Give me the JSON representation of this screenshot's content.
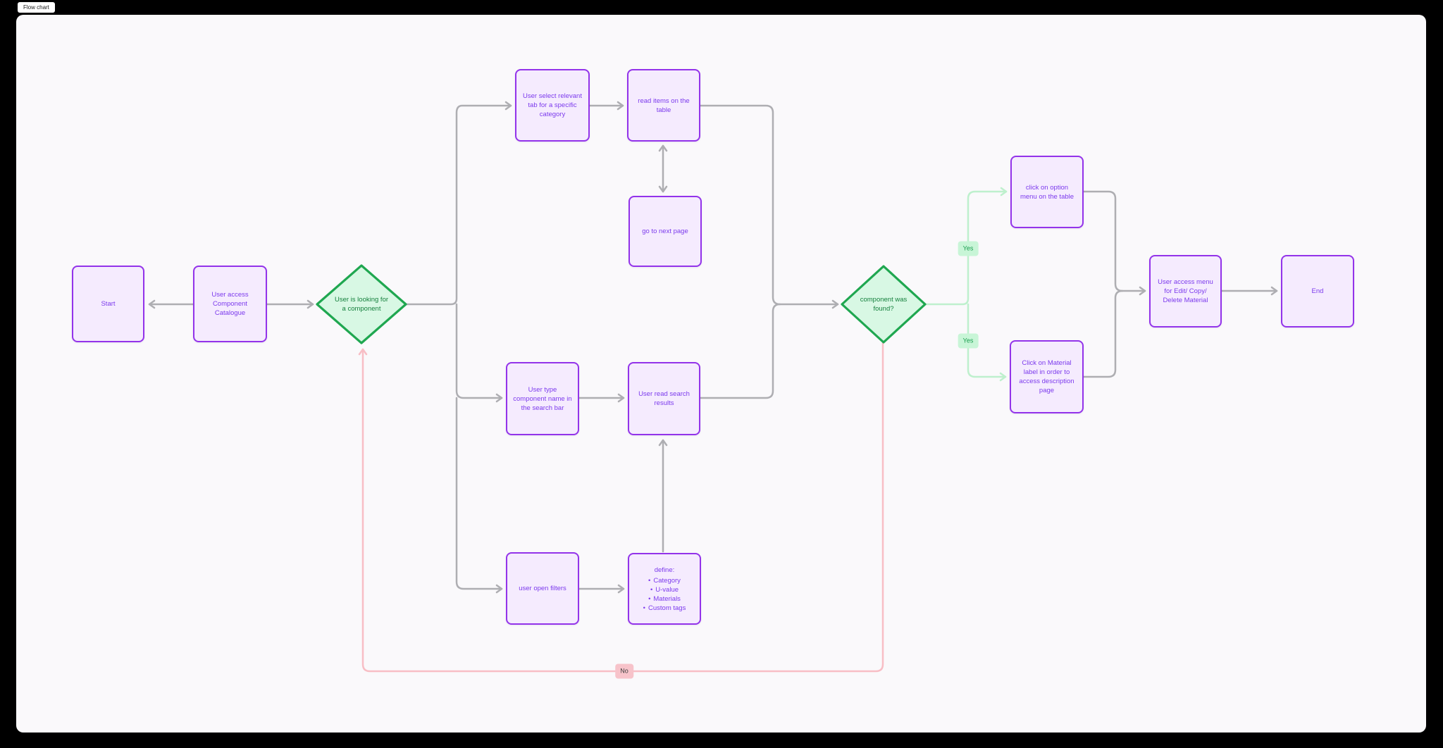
{
  "tab": {
    "label": "Flow chart"
  },
  "colors": {
    "background": "#000000",
    "canvas": "#FAF9FB",
    "node_fill": "#F5EBFE",
    "node_border": "#9333EA",
    "node_text": "#7C3AED",
    "decision_fill": "#D8F8E4",
    "decision_border": "#1FA750",
    "decision_text": "#15803D",
    "edge_gray": "#AEAEB2",
    "edge_green": "#BEF0CD",
    "edge_pink": "#F8BEC5",
    "yes_badge_bg": "#C8F5D7",
    "yes_badge_text": "#1A9E4F",
    "no_badge_bg": "#F7C3CA",
    "no_badge_text": "#404040"
  },
  "nodes": {
    "start": {
      "label": "Start"
    },
    "access_catalogue": {
      "label": "User access Component Catalogue"
    },
    "looking_for_component": {
      "label": "User is looking for a component"
    },
    "select_tab": {
      "label": "User select relevant tab for a specific category"
    },
    "read_items": {
      "label": "read items on the table"
    },
    "next_page": {
      "label": "go to next page"
    },
    "type_name": {
      "label": "User type component name in the search bar"
    },
    "read_results": {
      "label": "User read search results"
    },
    "open_filters": {
      "label": "user open filters"
    },
    "define": {
      "title": "define:",
      "items": [
        "Category",
        "U-value",
        "Materials",
        "Custom tags"
      ]
    },
    "component_found": {
      "label": "component was found?"
    },
    "click_option_menu": {
      "label": "click on option menu on the table"
    },
    "click_material_label": {
      "label": "Click on Material label in order to access description page"
    },
    "access_menu": {
      "label": "User access menu for Edit/ Copy/ Delete Material"
    },
    "end": {
      "label": "End"
    }
  },
  "edge_labels": {
    "yes_top": "Yes",
    "yes_bottom": "Yes",
    "no": "No"
  }
}
